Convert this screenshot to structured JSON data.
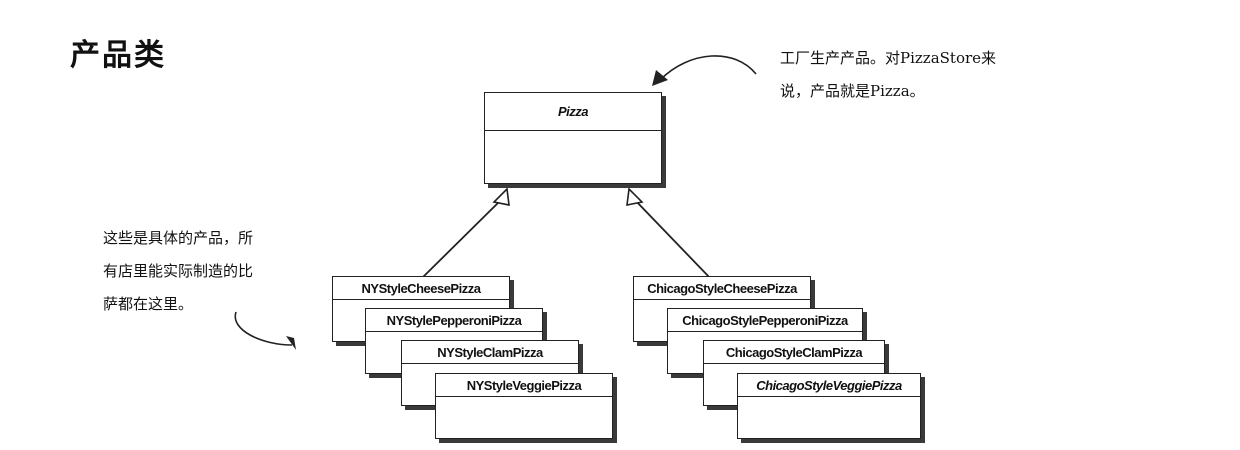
{
  "heading": "产品类",
  "note_top": [
    "工厂生产产品。对PizzaStore来",
    "说，产品就是Pizza。"
  ],
  "note_left": [
    "这些是具体的产品，所",
    "有店里能实际制造的比",
    "萨都在这里。"
  ],
  "abstract_class": "Pizza",
  "ny_classes": [
    "NYStyleCheesePizza",
    "NYStylePepperoniPizza",
    "NYStyleClamPizza",
    "NYStyleVeggiePizza"
  ],
  "chicago_classes": [
    "ChicagoStyleCheesePizza",
    "ChicagoStylePepperoniPizza",
    "ChicagoStyleClamPizza",
    "ChicagoStyleVeggiePizza"
  ]
}
